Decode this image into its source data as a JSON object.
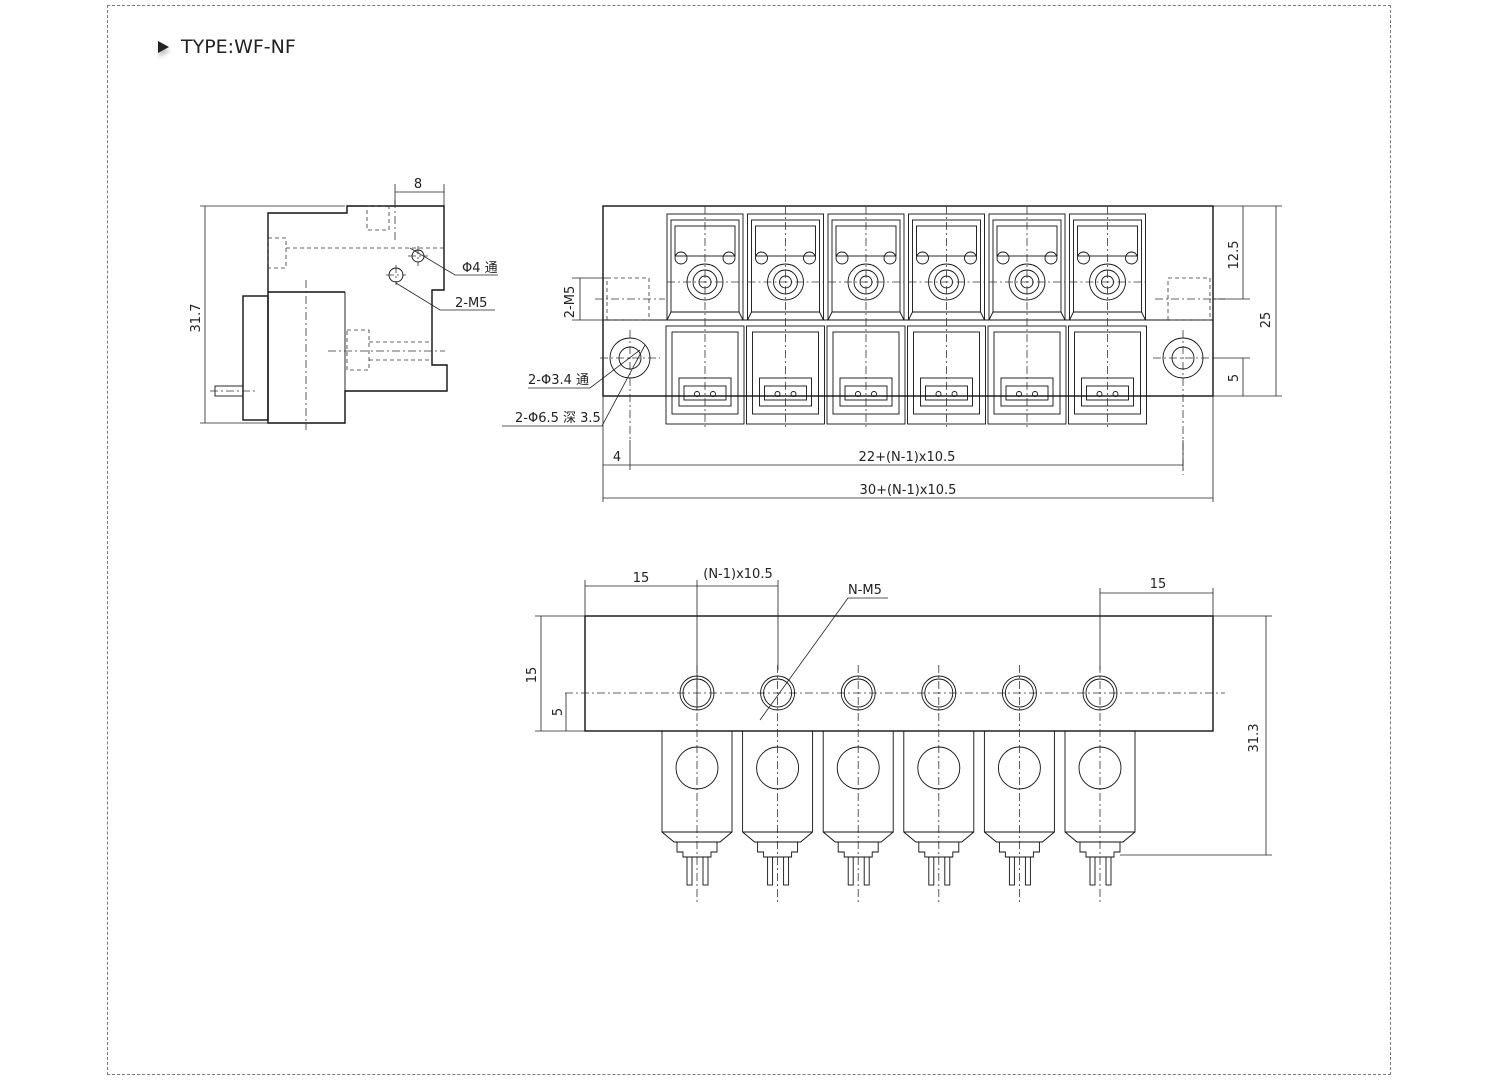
{
  "title": "TYPE:WF-NF",
  "side_view": {
    "dim_top": "8",
    "dim_height": "31.7",
    "label_hole": "Φ4 通",
    "label_m5": "2-M5"
  },
  "front_view": {
    "label_m5": "2-M5",
    "label_hole_thru": "2-Φ3.4 通",
    "label_hole_deep": "2-Φ6.5 深 3.5",
    "dim_4": "4",
    "dim_inner": "22+(N-1)x10.5",
    "dim_outer": "30+(N-1)x10.5",
    "dim_12_5": "12.5",
    "dim_25": "25",
    "dim_5": "5"
  },
  "bottom_view": {
    "dim_15_left": "15",
    "dim_pitch": "(N-1)x10.5",
    "label_nm5": "N-M5",
    "dim_15_right": "15",
    "dim_15_vert": "15",
    "dim_5_vert": "5",
    "dim_31_3": "31.3"
  },
  "valve_count": 6
}
